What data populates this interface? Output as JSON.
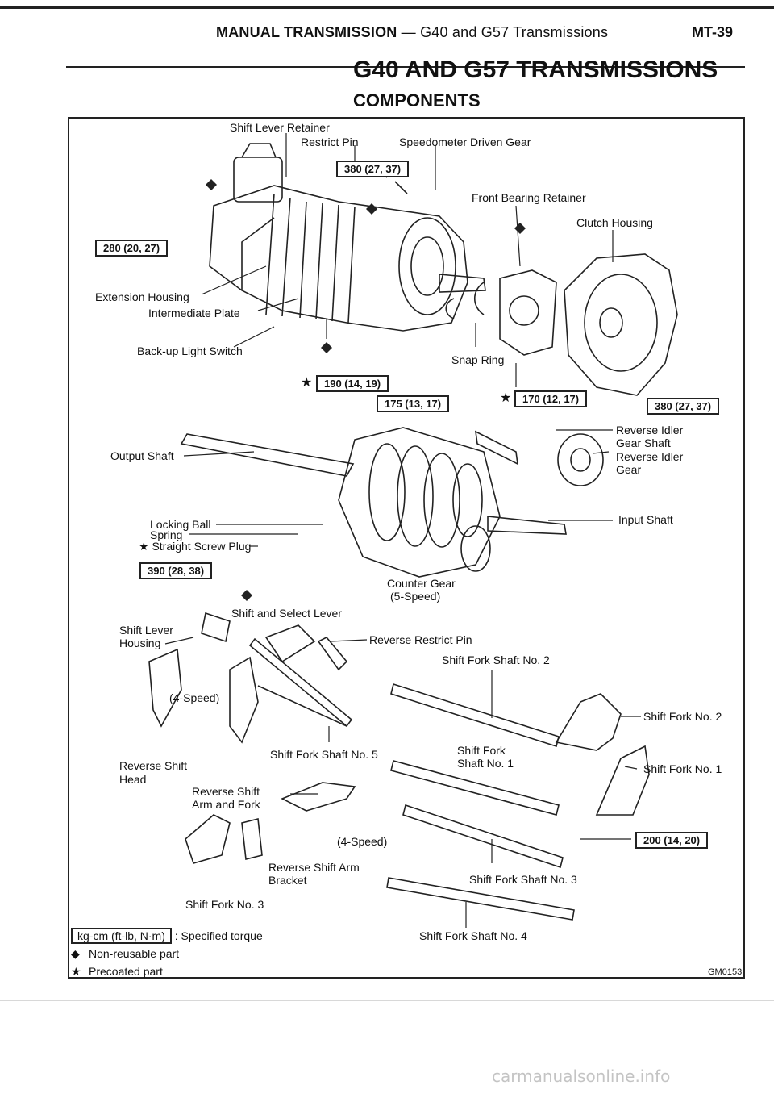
{
  "header": {
    "section_bold": "MANUAL TRANSMISSION",
    "section_rest": " — G40 and G57 Transmissions",
    "page_number": "MT-39"
  },
  "title": "G40 AND G57 TRANSMISSIONS",
  "subtitle": "COMPONENTS",
  "labels": {
    "shift_lever_retainer": "Shift Lever Retainer",
    "restrict_pin": "Restrict Pin",
    "speedometer_driven_gear": "Speedometer Driven Gear",
    "front_bearing_retainer": "Front Bearing Retainer",
    "clutch_housing": "Clutch Housing",
    "extension_housing": "Extension Housing",
    "intermediate_plate": "Intermediate Plate",
    "back_up_light_switch": "Back-up Light Switch",
    "snap_ring": "Snap Ring",
    "output_shaft": "Output Shaft",
    "reverse_idler_gear_shaft_1": "Reverse Idler",
    "reverse_idler_gear_shaft_2": "Gear Shaft",
    "reverse_idler_gear_1": "Reverse Idler",
    "reverse_idler_gear_2": "Gear",
    "locking_ball": "Locking Ball",
    "spring": "Spring",
    "straight_screw_plug": "Straight Screw Plug",
    "input_shaft": "Input Shaft",
    "counter_gear": "Counter Gear",
    "five_speed": "(5-Speed)",
    "shift_and_select_lever": "Shift and Select Lever",
    "shift_lever_housing_1": "Shift Lever",
    "shift_lever_housing_2": "Housing",
    "reverse_restrict_pin": "Reverse Restrict Pin",
    "shift_fork_shaft_no2": "Shift Fork Shaft No. 2",
    "four_speed": "(4-Speed)",
    "shift_fork_no2": "Shift Fork No. 2",
    "shift_fork_shaft_no5": "Shift Fork Shaft No. 5",
    "shift_fork_shaft_no1_a": "Shift Fork",
    "shift_fork_shaft_no1_b": "Shaft No. 1",
    "shift_fork_no1": "Shift Fork No. 1",
    "reverse_shift_head_1": "Reverse Shift",
    "reverse_shift_head_2": "Head",
    "reverse_shift_arm_fork_1": "Reverse Shift",
    "reverse_shift_arm_fork_2": "Arm and Fork",
    "four_speed_2": "(4-Speed)",
    "reverse_shift_arm_bracket_1": "Reverse Shift Arm",
    "reverse_shift_arm_bracket_2": "Bracket",
    "shift_fork_shaft_no3": "Shift Fork Shaft No. 3",
    "shift_fork_no3": "Shift Fork No. 3",
    "shift_fork_shaft_no4": "Shift Fork Shaft No. 4"
  },
  "torque": {
    "t380_top": "380 (27, 37)",
    "t280": "280 (20, 27)",
    "t190": "190 (14, 19)",
    "t175": "175 (13, 17)",
    "t170": "170 (12, 17)",
    "t380_right": "380 (27, 37)",
    "t390": "390 (28, 38)",
    "t200": "200 (14, 20)"
  },
  "legend": {
    "unit_box": "kg-cm (ft-lb, N·m)",
    "unit_desc": ": Specified torque",
    "non_reusable": "Non-reusable part",
    "precoated": "Precoated part"
  },
  "figure_code": "GM0153",
  "watermark": "carmanualsonline.info"
}
